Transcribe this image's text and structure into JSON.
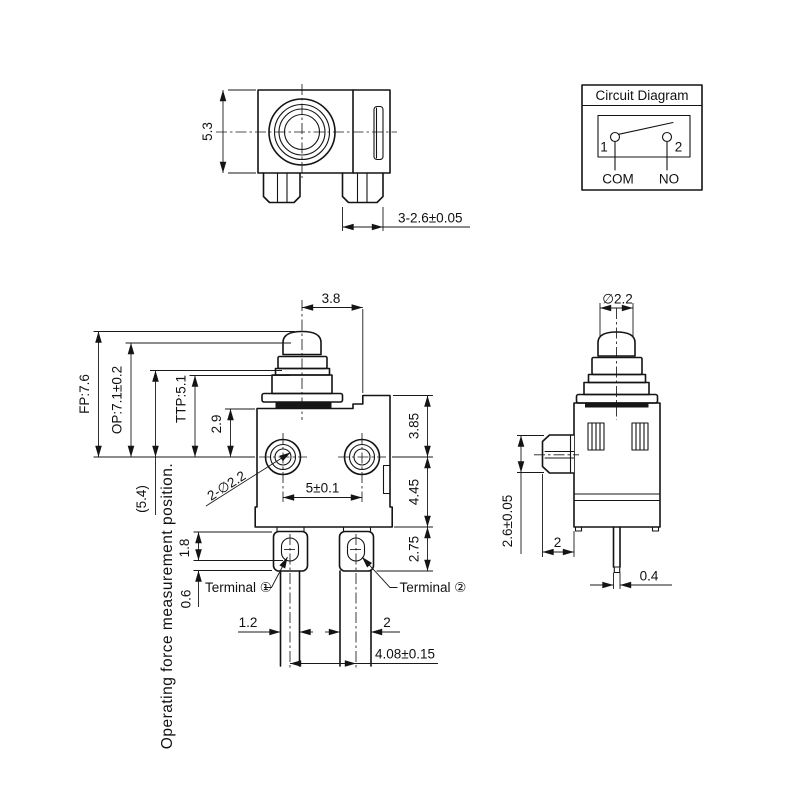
{
  "drawing": {
    "top_view": {
      "height": "5.3",
      "terminal_width": "3-2.6±0.05"
    },
    "circuit_diagram": {
      "title": "Circuit Diagram",
      "pole1": "1",
      "pole2": "2",
      "com": "COM",
      "no": "NO"
    },
    "front_view": {
      "plunger_offset": "3.8",
      "fp": "FP:7.6",
      "op": "OP:7.1±0.2",
      "ref": "(5.4)",
      "ttp": "TTP:5.1",
      "body_top": "2.9",
      "note": "Operating force measurement position.",
      "holes": "2-∅2.2",
      "hole_pitch": "5±0.1",
      "upper_height": "3.85",
      "body_height": "4.45",
      "tab_height": "2.75",
      "hole_top": "1.8",
      "hole_bottom": "0.6",
      "terminal1": "Terminal ①",
      "terminal2": "Terminal ②",
      "pin1_width": "1.2",
      "pin2_width": "2",
      "pin_pitch": "4.08±0.15"
    },
    "side_view": {
      "tip_diameter": "∅2.2",
      "boss_height": "2.6±0.05",
      "boss_offset": "2",
      "pin_width": "0.4"
    }
  }
}
